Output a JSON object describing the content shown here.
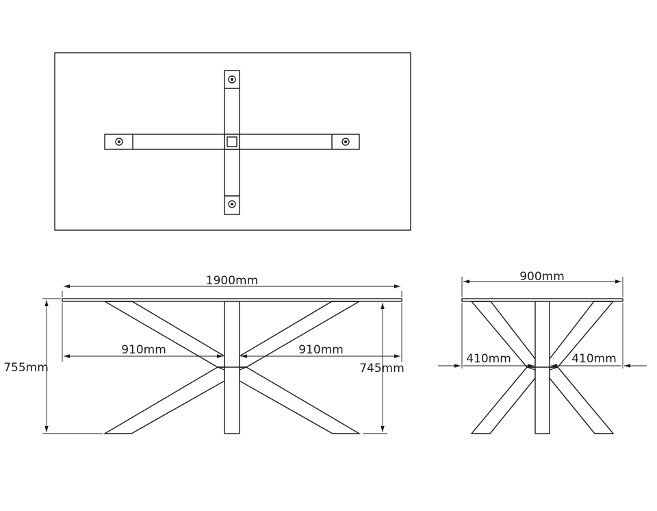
{
  "dimensions": {
    "length_total": "1900mm",
    "width_total": "900mm",
    "height_table": "755mm",
    "height_legs": "745mm",
    "front_left_span": "910mm",
    "front_right_span": "910mm",
    "side_left_span": "410mm",
    "side_right_span": "410mm"
  }
}
